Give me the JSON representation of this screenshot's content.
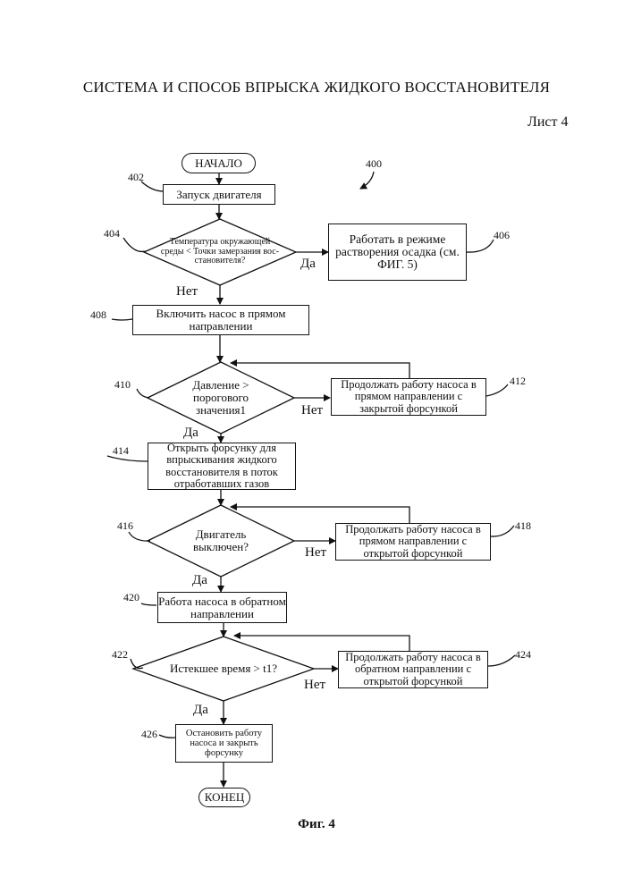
{
  "header": {
    "title": "СИСТЕМА И СПОСОБ ВПРЫСКА ЖИДКОГО ВОССТАНОВИТЕЛЯ",
    "sheet": "Лист 4"
  },
  "figure_ref": "400",
  "figure_caption": "Фиг. 4",
  "start": "НАЧАЛО",
  "end": "КОНЕЦ",
  "steps": {
    "s402": {
      "ref": "402",
      "text": "Запуск двигателя"
    },
    "s404": {
      "ref": "404",
      "text": "Температура окружающей среды < Точки замерзания вос-становителя?"
    },
    "s406": {
      "ref": "406",
      "text": "Работать в режиме растворения осадка (см. ФИГ. 5)"
    },
    "s408": {
      "ref": "408",
      "text": "Включить насос в прямом направлении"
    },
    "s410": {
      "ref": "410",
      "text": "Давление > порогового значения1"
    },
    "s412": {
      "ref": "412",
      "text": "Продолжать работу насоса в прямом направлении с закрытой форсункой"
    },
    "s414": {
      "ref": "414",
      "text": "Открыть форсунку для впрыскивания жидкого восстановителя в поток отработавших газов"
    },
    "s416": {
      "ref": "416",
      "text": "Двигатель выключен?"
    },
    "s418": {
      "ref": "418",
      "text": "Продолжать работу насоса в прямом направлении с открытой форсункой"
    },
    "s420": {
      "ref": "420",
      "text": "Работа насоса в обратном направлении"
    },
    "s422": {
      "ref": "422",
      "text": "Истекшее время > t1?"
    },
    "s424": {
      "ref": "424",
      "text": "Продолжать работу насоса в обратном направлении с открытой форсункой"
    },
    "s426": {
      "ref": "426",
      "text": "Остановить работу насоса и закрыть форсунку"
    }
  },
  "labels": {
    "yes": "Да",
    "no": "Нет"
  }
}
